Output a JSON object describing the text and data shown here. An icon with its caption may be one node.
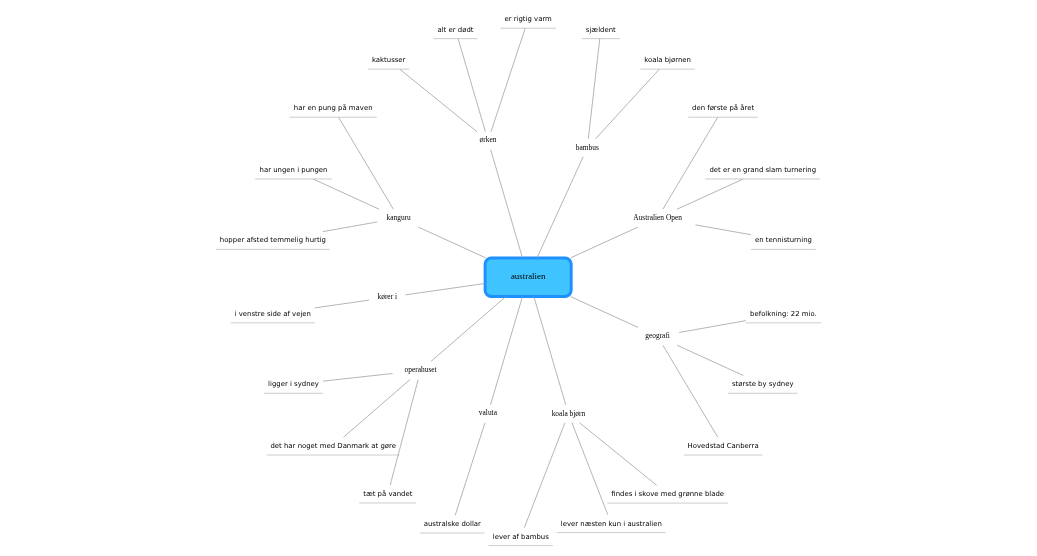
{
  "diagram": {
    "nodes": [
      {
        "text": [
          "australien"
        ]
      },
      {
        "text": [
          "Australien Open"
        ]
      },
      {
        "text": [
          "en tennisturning"
        ]
      },
      {
        "text": [
          "det er en grand slam turnering"
        ]
      },
      {
        "text": [
          "den første på året"
        ]
      },
      {
        "text": [
          "bambus"
        ]
      },
      {
        "text": [
          "koala bjørnen"
        ]
      },
      {
        "text": [
          "sjældent"
        ]
      },
      {
        "text": [
          "ørken"
        ]
      },
      {
        "text": [
          "er rigtig varm"
        ]
      },
      {
        "text": [
          "alt er dødt"
        ]
      },
      {
        "text": [
          "kaktusser"
        ]
      },
      {
        "text": [
          "kanguru"
        ]
      },
      {
        "text": [
          "har en pung på maven"
        ]
      },
      {
        "text": [
          "har ungen i pungen"
        ]
      },
      {
        "text": [
          "hopper afsted temmelig hurtig"
        ]
      },
      {
        "text": [
          "kører i"
        ]
      },
      {
        "text": [
          "i venstre side af vejen"
        ]
      },
      {
        "text": [
          "operahuset"
        ]
      },
      {
        "text": [
          "ligger i sydney"
        ]
      },
      {
        "text": [
          "det har noget med Danmark at gøre"
        ]
      },
      {
        "text": [
          "tæt på vandet"
        ]
      },
      {
        "text": [
          "valuta"
        ]
      },
      {
        "text": [
          "australske dollar"
        ]
      },
      {
        "text": [
          "koala bjørn"
        ]
      },
      {
        "text": [
          "lever af bambus"
        ]
      },
      {
        "text": [
          "lever næsten kun i australien"
        ]
      },
      {
        "text": [
          "findes i skove med grønne blade"
        ]
      },
      {
        "text": [
          "geografi"
        ]
      },
      {
        "text": [
          "Hovedstad Canberra"
        ]
      },
      {
        "text": [
          "største by sydney"
        ]
      },
      {
        "text": [
          "befolkning: 22 mio."
        ]
      }
    ],
    "edges": [
      {
        "from": 0,
        "to": 1,
        "arrow": "none"
      },
      {
        "from": 1,
        "to": 2,
        "arrow": "none"
      },
      {
        "from": 1,
        "to": 3,
        "arrow": "none"
      },
      {
        "from": 1,
        "to": 4,
        "arrow": "none"
      },
      {
        "from": 0,
        "to": 5,
        "arrow": "none"
      },
      {
        "from": 5,
        "to": 6,
        "arrow": "none"
      },
      {
        "from": 5,
        "to": 7,
        "arrow": "none"
      },
      {
        "from": 0,
        "to": 8,
        "arrow": "none"
      },
      {
        "from": 8,
        "to": 9,
        "arrow": "none"
      },
      {
        "from": 8,
        "to": 10,
        "arrow": "none"
      },
      {
        "from": 8,
        "to": 11,
        "arrow": "none"
      },
      {
        "from": 0,
        "to": 12,
        "arrow": "none"
      },
      {
        "from": 12,
        "to": 13,
        "arrow": "none"
      },
      {
        "from": 12,
        "to": 14,
        "arrow": "none"
      },
      {
        "from": 12,
        "to": 15,
        "arrow": "none"
      },
      {
        "from": 0,
        "to": 16,
        "arrow": "none"
      },
      {
        "from": 16,
        "to": 17,
        "arrow": "none"
      },
      {
        "from": 0,
        "to": 18,
        "arrow": "none"
      },
      {
        "from": 18,
        "to": 19,
        "arrow": "none"
      },
      {
        "from": 18,
        "to": 20,
        "arrow": "none"
      },
      {
        "from": 18,
        "to": 21,
        "arrow": "none"
      },
      {
        "from": 0,
        "to": 22,
        "arrow": "none"
      },
      {
        "from": 22,
        "to": 23,
        "arrow": "none"
      },
      {
        "from": 0,
        "to": 24,
        "arrow": "none"
      },
      {
        "from": 24,
        "to": 25,
        "arrow": "none"
      },
      {
        "from": 24,
        "to": 26,
        "arrow": "none"
      },
      {
        "from": 24,
        "to": 27,
        "arrow": "none"
      },
      {
        "from": 0,
        "to": 28,
        "arrow": "none"
      },
      {
        "from": 28,
        "to": 29,
        "arrow": "none"
      },
      {
        "from": 28,
        "to": 30,
        "arrow": "none"
      },
      {
        "from": 28,
        "to": 31,
        "arrow": "none"
      }
    ]
  }
}
